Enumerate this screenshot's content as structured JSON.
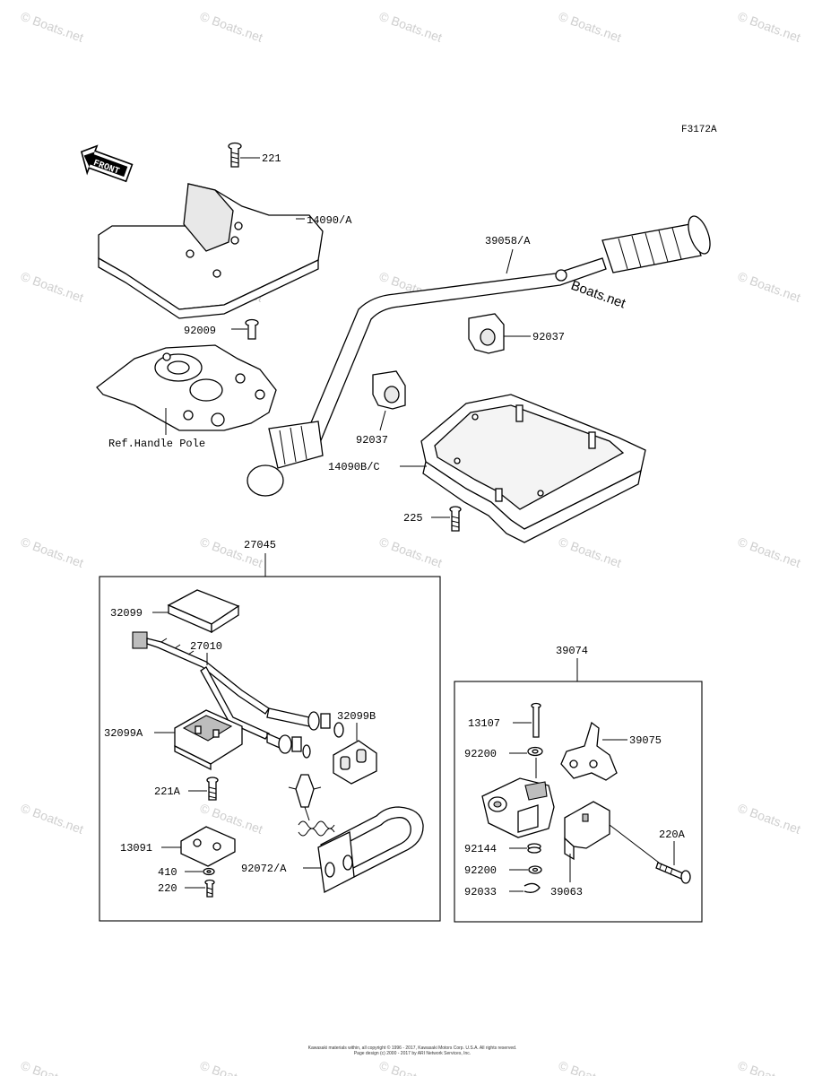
{
  "figure_code": "F3172A",
  "front_arrow_label": "FRONT",
  "watermark": "© Boats.net",
  "inline_watermark": "Boats.net",
  "copyright_line1": "Kawasaki materials within, all copyright © 1996 - 2017, Kawasaki Motors Corp. U.S.A. All rights reserved.",
  "copyright_line2": "Page design (c) 2000 - 2017 by ARI Network Services, Inc.",
  "group_labels": {
    "switch_assy": "27045",
    "throttle_assy": "39074"
  },
  "parts": {
    "p221": "221",
    "p14090a": "14090/A",
    "p39058a": "39058/A",
    "p92009": "92009",
    "p92037a": "92037",
    "p92037b": "92037",
    "refHandlePole": "Ref.Handle Pole",
    "p14090bc": "14090B/C",
    "p225": "225",
    "p32099": "32099",
    "p27010": "27010",
    "p32099a": "32099A",
    "p32099b": "32099B",
    "p221a": "221A",
    "p13091": "13091",
    "p410": "410",
    "p220": "220",
    "p92072a": "92072/A",
    "p13107": "13107",
    "p39075": "39075",
    "p92200a": "92200",
    "p92144": "92144",
    "p92200b": "92200",
    "p92033": "92033",
    "p39063": "39063",
    "p220a": "220A"
  }
}
